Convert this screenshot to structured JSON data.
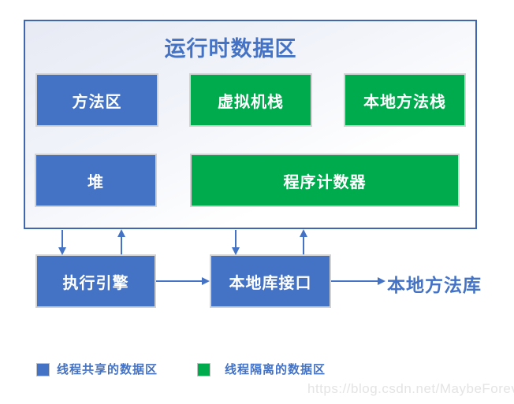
{
  "title": "运行时数据区",
  "boxes": {
    "method_area": "方法区",
    "vm_stack": "虚拟机栈",
    "native_method_stack": "本地方法栈",
    "heap": "堆",
    "program_counter": "程序计数器",
    "execution_engine": "执行引擎",
    "native_interface": "本地库接口",
    "native_library": "本地方法库"
  },
  "legend": {
    "shared_label": "线程共享的数据区",
    "isolated_label": "线程隔离的数据区"
  },
  "watermark": "https://blog.csdn.net/MaybeForever",
  "colors": {
    "shared_blue": "#4472C4",
    "isolated_green": "#00AB4E",
    "accent_blue": "#4472C4",
    "border_blue": "#4067AE"
  }
}
